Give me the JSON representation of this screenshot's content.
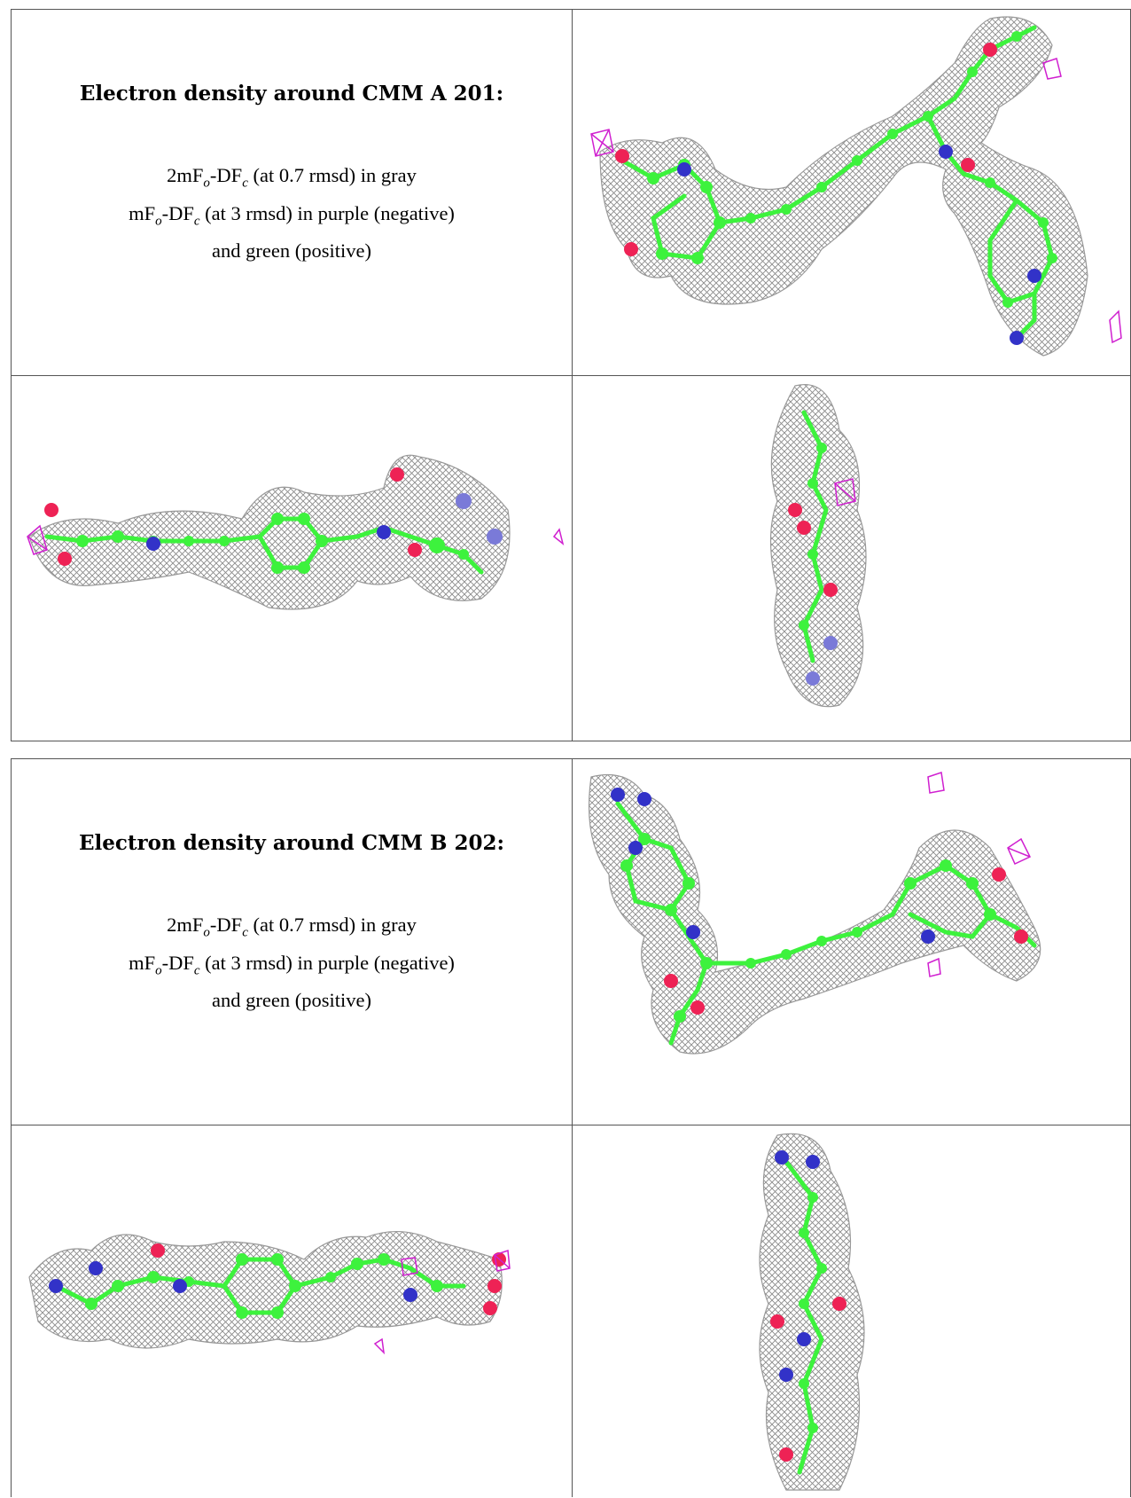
{
  "panels": [
    {
      "title": "Electron density around CMM A 201:",
      "line1_pre": "2mF",
      "line1_sub1": "o",
      "line1_mid": "-DF",
      "line1_sub2": "c",
      "line1_post": " (at 0.7 rmsd) in gray",
      "line2_pre": "mF",
      "line2_sub1": "o",
      "line2_mid": "-DF",
      "line2_sub2": "c",
      "line2_post": " (at 3 rmsd) in purple (negative)",
      "line3": "and green (positive)"
    },
    {
      "title": "Electron density around CMM B 202:",
      "line1_pre": "2mF",
      "line1_sub1": "o",
      "line1_mid": "-DF",
      "line1_sub2": "c",
      "line1_post": " (at 0.7 rmsd) in gray",
      "line2_pre": "mF",
      "line2_sub1": "o",
      "line2_mid": "-DF",
      "line2_sub2": "c",
      "line2_post": " (at 3 rmsd) in purple (negative)",
      "line3": "and green (positive)"
    }
  ],
  "colors": {
    "mesh": "#8a8a8a",
    "carbon": "#3df23d",
    "nitrogen": "#3232c8",
    "oxygen": "#ee2255",
    "negative": "#d020d0",
    "border": "#555555"
  }
}
